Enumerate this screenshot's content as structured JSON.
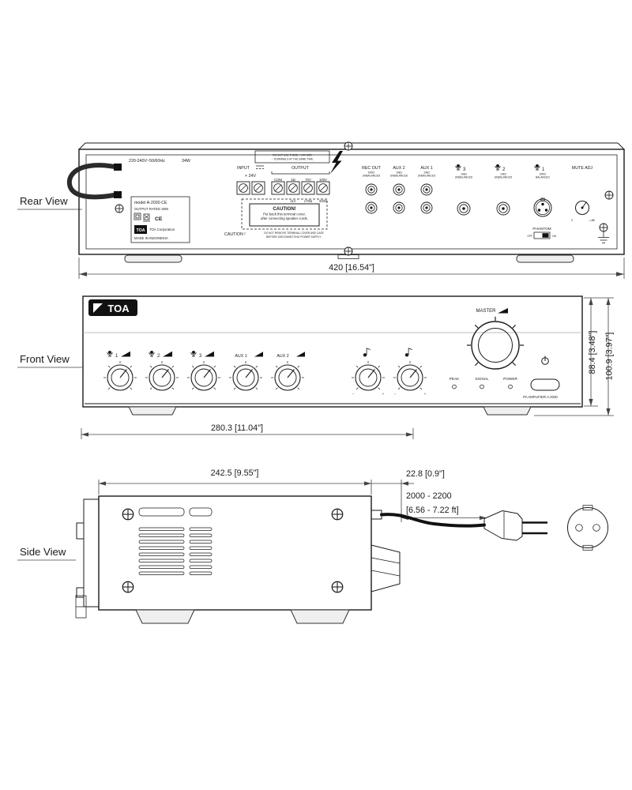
{
  "page": {
    "background": "#ffffff"
  },
  "brand": {
    "logo_text": "TOA"
  },
  "rear": {
    "view_label": "Rear View",
    "dim_width": "420 [16.54\"]",
    "power_spec": "220-240V~50/60Hz",
    "power_watts": "34W",
    "plate": {
      "model": "model  A-2030 CE",
      "output_rated": "OUTPUT RATED  30W",
      "ce_mark": "CE",
      "logo": "TOA",
      "brand": "TOA Corporation",
      "origin": "MADE IN INDONESIA"
    },
    "warning_note": {
      "line1": "DO NOT USE THESE = 24V AND",
      "line2": "~ TERMINALS AT THE SAME TIME"
    },
    "terminals": {
      "input_label": "INPUT",
      "dc_pair_label": "+ 24V",
      "output_label": "OUTPUT",
      "top_labels": [
        "COM",
        "4Ω",
        "70V",
        "100V"
      ],
      "bottom_labels": [
        "11V",
        "170Ω",
        "330Ω"
      ]
    },
    "caution_box": {
      "title": "CAUTION!",
      "line1": "Put back this terminal cover,",
      "line2": "after connecting speaker cords."
    },
    "caution_label": "CAUTION !",
    "caution_note": {
      "line1": "DO NOT REMOVE TERMINAL COVER AND CASE",
      "line2": "BEFORE DISCONNECTING POWER SUPPLY."
    },
    "jacks": {
      "rec_out": {
        "label": "REC OUT",
        "sub1": "600Ω",
        "sub2": "UNBALANCED"
      },
      "aux2": {
        "label": "AUX 2",
        "sub1": "10kΩ",
        "sub2": "UNBALANCED"
      },
      "aux1": {
        "label": "AUX 1",
        "sub1": "10kΩ",
        "sub2": "UNBALANCED"
      },
      "mic3": {
        "num": "3",
        "sub1": "10kΩ",
        "sub2": "UNBALANCED"
      },
      "mic2": {
        "num": "2",
        "sub1": "10kΩ",
        "sub2": "UNBALANCED"
      },
      "mic1": {
        "num": "1",
        "sub1": "600Ω",
        "sub2": "BALANCED"
      }
    },
    "mute": {
      "label": "MUTE ADJ",
      "min": "0",
      "max": "-∞dB"
    },
    "phantom": {
      "label": "PHANTOM",
      "off": "OFF",
      "on": "ON"
    }
  },
  "front": {
    "view_label": "Front View",
    "master_label": "MASTER",
    "knob_labels": [
      "1",
      "2",
      "3",
      "AUX 1",
      "AUX 2"
    ],
    "tone": {
      "minus": "−",
      "plus": "+"
    },
    "indicators": [
      "PEAK",
      "SIGNAL",
      "POWER"
    ],
    "model_label": "PA AMPLIFIER A-2030",
    "dim_panel_height": "88.4 [3.48\"]",
    "dim_total_height": "100.9 [3.97\"]",
    "dim_feet_width": "280.3 [11.04\"]"
  },
  "side": {
    "view_label": "Side View",
    "dim_depth": "242.5 [9.55\"]",
    "dim_cover": "22.8 [0.9\"]",
    "cord_length_mm": "2000 - 2200",
    "cord_length_ft": "[6.56 - 7.22 ft]"
  }
}
